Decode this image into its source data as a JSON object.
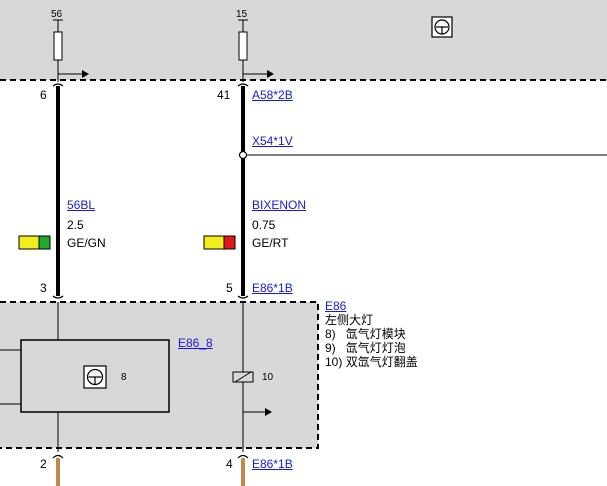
{
  "fuse_terminals": {
    "left": "56",
    "right": "15"
  },
  "pins": {
    "top_left": "6",
    "top_right": "41",
    "mid_left": "3",
    "mid_right": "5",
    "bottom_left": "2",
    "bottom_right": "4"
  },
  "connectors": {
    "top_right": "A58*2B",
    "branch": "X54*1V",
    "lamp_top": "E86*1B",
    "lamp_bottom": "E86*1B"
  },
  "wires": {
    "left": {
      "name": "56BL",
      "gauge": "2.5",
      "color": "GE/GN",
      "swatch": [
        "#f2ee1e",
        "#1faa2a"
      ]
    },
    "right": {
      "name": "BIXENON",
      "gauge": "0.75",
      "color": "GE/RT",
      "swatch": [
        "#f2ee1e",
        "#e01818"
      ]
    }
  },
  "component": {
    "id": "E86",
    "title": "左侧大灯",
    "items": [
      {
        "num": "8)",
        "text": "氙气灯模块"
      },
      {
        "num": "9)",
        "text": "氙气灯灯泡"
      },
      {
        "num": "10)",
        "text": "双氙气灯翻盖"
      }
    ]
  },
  "module": {
    "id": "E86_8",
    "ref": "8"
  },
  "coil": {
    "ref": "10"
  },
  "colors": {
    "shade": "#d8d8d8",
    "wire": "#000000",
    "wire_below": "#c08a4a",
    "link": "#1a1ad6"
  },
  "icons": [
    "ground-symbol-icon",
    "fuse-icon",
    "arrow-icon",
    "coil-icon"
  ]
}
